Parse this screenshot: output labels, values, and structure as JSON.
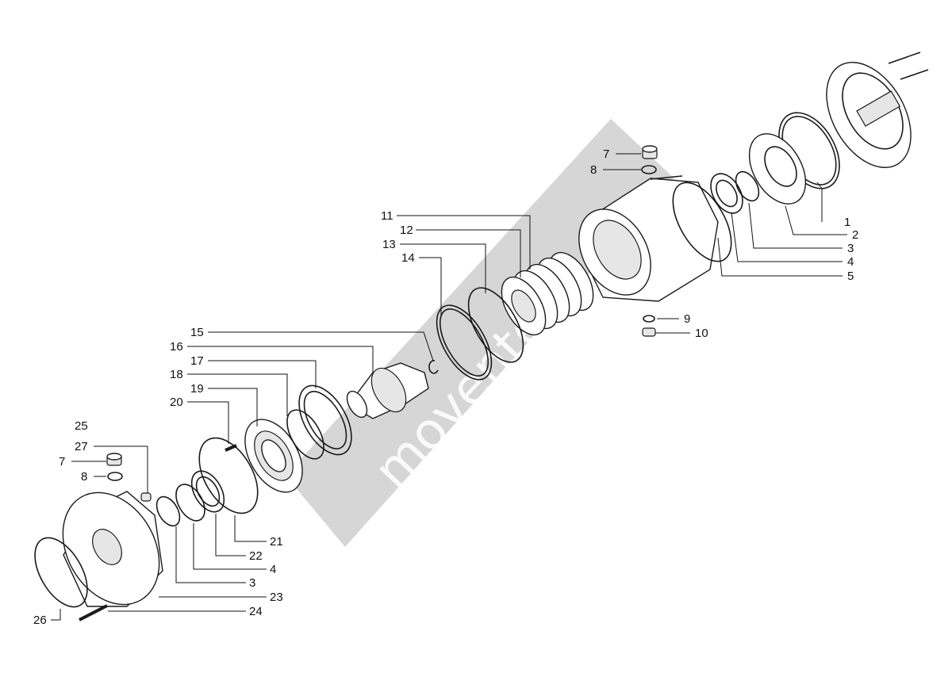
{
  "watermark": {
    "text": "movente.ru"
  },
  "callouts": [
    {
      "id": "c1",
      "num": "1"
    },
    {
      "id": "c2",
      "num": "2"
    },
    {
      "id": "c3a",
      "num": "3"
    },
    {
      "id": "c4a",
      "num": "4"
    },
    {
      "id": "c5",
      "num": "5"
    },
    {
      "id": "c7a",
      "num": "7"
    },
    {
      "id": "c8a",
      "num": "8"
    },
    {
      "id": "c9",
      "num": "9"
    },
    {
      "id": "c10",
      "num": "10"
    },
    {
      "id": "c11",
      "num": "11"
    },
    {
      "id": "c12",
      "num": "12"
    },
    {
      "id": "c13",
      "num": "13"
    },
    {
      "id": "c14",
      "num": "14"
    },
    {
      "id": "c15",
      "num": "15"
    },
    {
      "id": "c16",
      "num": "16"
    },
    {
      "id": "c17",
      "num": "17"
    },
    {
      "id": "c18",
      "num": "18"
    },
    {
      "id": "c19",
      "num": "19"
    },
    {
      "id": "c20",
      "num": "20"
    },
    {
      "id": "c25",
      "num": "25"
    },
    {
      "id": "c27",
      "num": "27"
    },
    {
      "id": "c7b",
      "num": "7"
    },
    {
      "id": "c8b",
      "num": "8"
    },
    {
      "id": "c21",
      "num": "21"
    },
    {
      "id": "c22",
      "num": "22"
    },
    {
      "id": "c4b",
      "num": "4"
    },
    {
      "id": "c3b",
      "num": "3"
    },
    {
      "id": "c23",
      "num": "23"
    },
    {
      "id": "c24",
      "num": "24"
    },
    {
      "id": "c26",
      "num": "26"
    }
  ]
}
